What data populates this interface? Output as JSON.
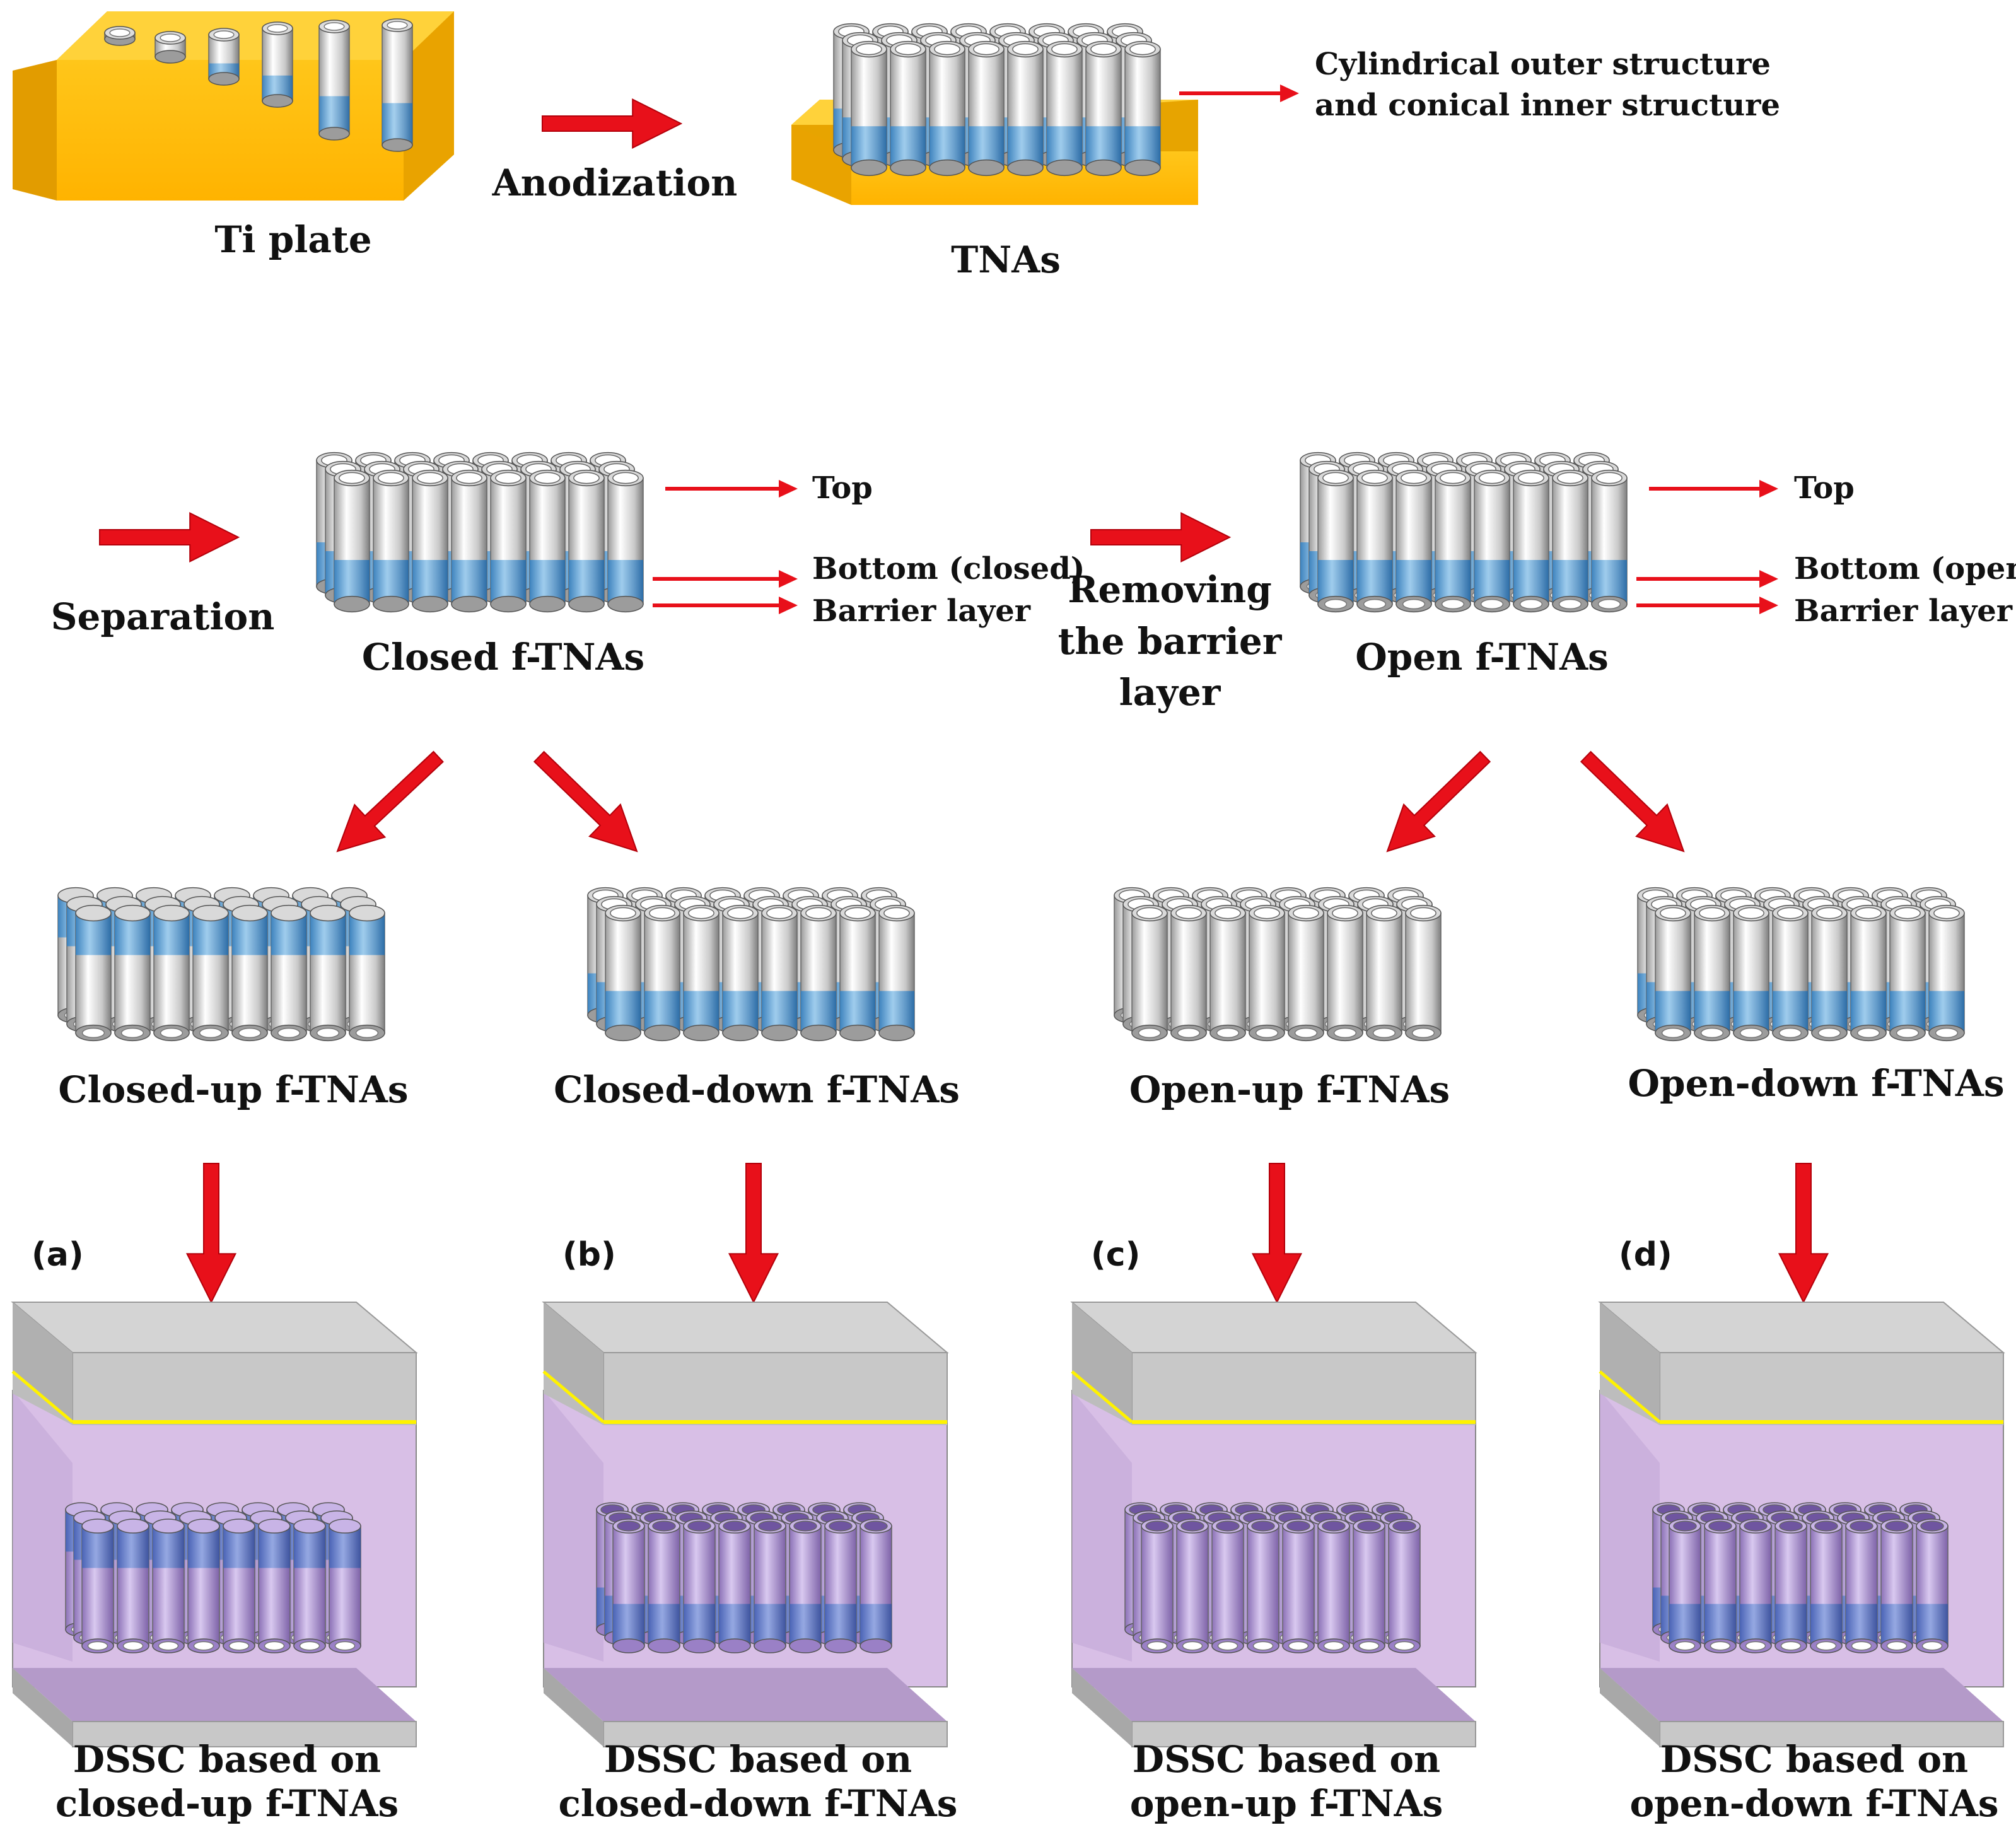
{
  "colors": {
    "arrow": "#e8101a",
    "gold": "#ffc107",
    "goldDark": "#e7a400",
    "tubeLight": "#ffffff",
    "tubeDark": "#8a8a8a",
    "tubeBlue": "#3f8fd0",
    "purple": "#b9a0d8",
    "cellWall": "#d8bfe6",
    "glass": "#c8c8c8",
    "tco": "#fff200"
  },
  "labels": {
    "ti_plate": "Ti plate",
    "anodization": "Anodization",
    "tnas": "TNAs",
    "structure_line1": "Cylindrical outer structure",
    "structure_line2": "and conical inner structure",
    "separation": "Separation",
    "closed_ftnas": "Closed f-TNAs",
    "open_ftnas": "Open f-TNAs",
    "removing_line1": "Removing",
    "removing_line2": "the barrier",
    "removing_line3": "layer",
    "top": "Top",
    "bottom_closed": "Bottom (closed)",
    "bottom_open": "Bottom (open)",
    "barrier_layer": "Barrier layer",
    "closed_up": "Closed-up  f-TNAs",
    "closed_down": "Closed-down  f-TNAs",
    "open_up": "Open-up  f-TNAs",
    "open_down": "Open-down  f-TNAs"
  },
  "panels": [
    {
      "tag": "(a)",
      "line1": "DSSC based on",
      "line2": "closed-up  f-TNAs",
      "variant": "closed-up"
    },
    {
      "tag": "(b)",
      "line1": "DSSC based on",
      "line2": "closed-down  f-TNAs",
      "variant": "closed-down"
    },
    {
      "tag": "(c)",
      "line1": "DSSC based on",
      "line2": "open-up  f-TNAs",
      "variant": "open-up"
    },
    {
      "tag": "(d)",
      "line1": "DSSC based on",
      "line2": "open-down  f-TNAs",
      "variant": "open-down"
    }
  ]
}
